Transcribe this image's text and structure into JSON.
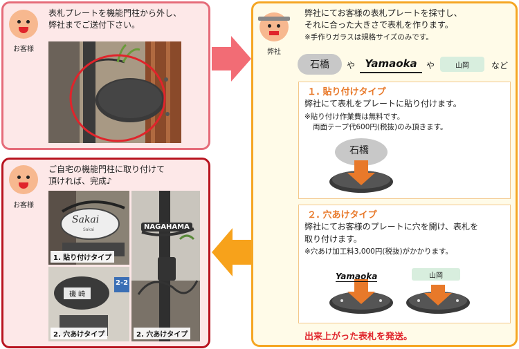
{
  "top_left": {
    "text_line1": "表札プレートを機能門柱から外し、",
    "text_line2": "弊社までご送付下さい。",
    "person_label": "お客様"
  },
  "right": {
    "person_label": "弊社",
    "intro_line1": "弊社にてお客様の表札プレートを採寸し、",
    "intro_line2": "それに合った大きさで表札を作ります。",
    "intro_note": "※手作りガラスは規格サイズのみです。",
    "examples": {
      "name1": "石橋",
      "sep1": "や",
      "name2": "Yamaoka",
      "sep2": "や",
      "name3": "山岡",
      "suffix": "など"
    },
    "type1": {
      "title": "１. 貼り付けタイプ",
      "line1": "弊社にて表札をプレートに貼り付けます。",
      "note1": "※貼り付け作業費は無料です。",
      "note2": "両面テープ代600円(税抜)のみ頂きます。",
      "plate_name": "石橋"
    },
    "type2": {
      "title": "２. 穴あけタイプ",
      "line1": "弊社にてお客様のプレートに穴を開け、表札を",
      "line2": "取り付けます。",
      "note1": "※穴あけ加工料3,000円(税抜)がかかります。",
      "plate_name1": "Yamaoka",
      "plate_name2": "山岡"
    },
    "footer": "出来上がった表札を発送。"
  },
  "bottom_left": {
    "text_line1": "ご自宅の機能門柱に取り付けて",
    "text_line2": "頂ければ、完成♪",
    "person_label": "お客様",
    "photo1_caption": "1. 貼り付けタイプ",
    "photo1_sign": "Sakai",
    "photo1_sign_sub": "Sakai",
    "photo2_caption": "2. 穴あけタイプ",
    "photo2_sign": "NAGAHAMA",
    "photo2_caption2": "2. 穴あけタイプ",
    "photo3_sign": "磯 崎",
    "photo3_number": "2-2"
  },
  "colors": {
    "arrow_pink": "#f26c75",
    "arrow_orange": "#f7a21b",
    "accent_red": "#e0242b",
    "accent_orange": "#e8792a"
  }
}
